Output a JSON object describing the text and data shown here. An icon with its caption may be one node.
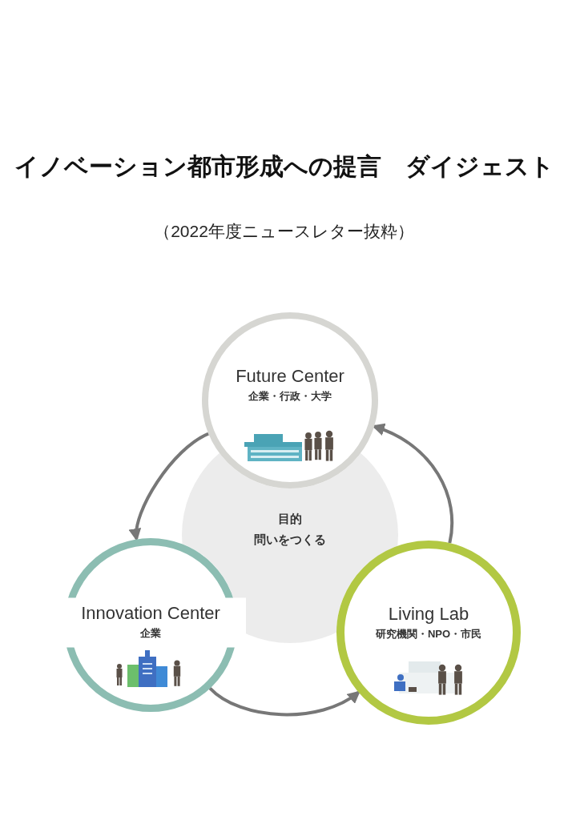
{
  "diagram": {
    "title": "イノベーション都市形成への提言　ダイジェスト",
    "nodes": [
      {
        "text": [
          "目的",
          "問いをつくる"
        ]
      },
      {
        "text": [
          "Future Center",
          "企業・行政・大学"
        ]
      },
      {
        "text": [
          "Innovation Center",
          "企業"
        ]
      },
      {
        "text": [
          "Living Lab",
          "研究機関・NPO・市民"
        ]
      }
    ],
    "edges": [
      {
        "from": 1,
        "to": 2,
        "arrow": "to"
      },
      {
        "from": 2,
        "to": 3,
        "arrow": "to"
      },
      {
        "from": 3,
        "to": 1,
        "arrow": "to"
      }
    ],
    "labels": [
      "（2022年度ニュースレター抜粋）"
    ]
  }
}
